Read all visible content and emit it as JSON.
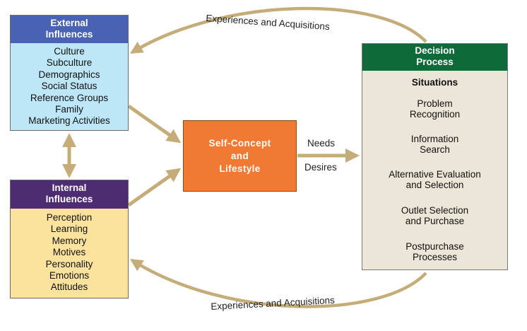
{
  "top_arc_label": "Experiences and Acquisitions",
  "bottom_arc_label": "Experiences and Acquisitions",
  "external": {
    "title_line1": "External",
    "title_line2": "Influences",
    "items": [
      "Culture",
      "Subculture",
      "Demographics",
      "Social Status",
      "Reference Groups",
      "Family",
      "Marketing Activities"
    ]
  },
  "internal": {
    "title_line1": "Internal",
    "title_line2": "Influences",
    "items": [
      "Perception",
      "Learning",
      "Memory",
      "Motives",
      "Personality",
      "Emotions",
      "Attitudes"
    ]
  },
  "self_concept": {
    "line1": "Self-Concept",
    "line2": "and",
    "line3": "Lifestyle"
  },
  "needs_label": "Needs",
  "desires_label": "Desires",
  "decision": {
    "title_line1": "Decision",
    "title_line2": "Process",
    "situations": "Situations",
    "steps": [
      {
        "line1": "Problem",
        "line2": "Recognition"
      },
      {
        "line1": "Information",
        "line2": "Search"
      },
      {
        "line1": "Alternative Evaluation",
        "line2": "and Selection"
      },
      {
        "line1": "Outlet Selection",
        "line2": "and Purchase"
      },
      {
        "line1": "Postpurchase",
        "line2": "Processes"
      }
    ]
  },
  "colors": {
    "external_header": "#4a62b4",
    "external_body": "#bde6f6",
    "internal_header": "#4e2c72",
    "internal_body": "#fbe29d",
    "self_concept": "#f07a33",
    "decision_header": "#0f6a3a",
    "decision_body": "#ece6d9",
    "connector": "#c4ad78"
  }
}
